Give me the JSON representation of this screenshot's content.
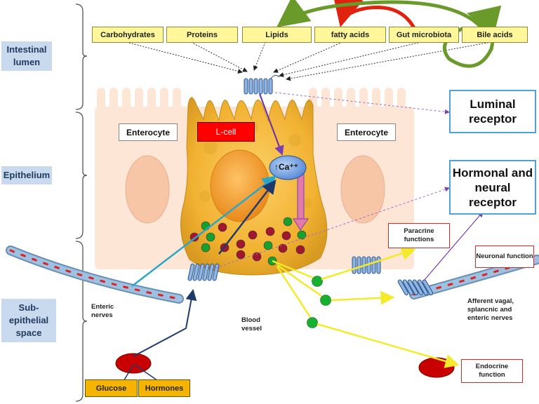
{
  "regions": {
    "lumen": "Intestinal lumen",
    "epithelium": "Epithelium",
    "subepithelial": "Sub-epithelial space"
  },
  "nutrients": [
    "Carbohydrates",
    "Proteins",
    "Lipids",
    "fatty acids",
    "Gut microbiota",
    "Bile acids"
  ],
  "cells": {
    "enterocyte_left": "Enterocyte",
    "lcell": "L-cell",
    "enterocyte_right": "Enterocyte"
  },
  "calcium": "↑Ca⁺⁺",
  "receptors": {
    "luminal": "Luminal receptor",
    "hormonal": "Hormonal and neural receptor"
  },
  "functions": {
    "paracrine": "Paracrine functions",
    "neuronal": "Neuronal function",
    "endocrine": "Endocrine function"
  },
  "notes": {
    "enteric": "Enteric nerves",
    "blood": "Blood vessel",
    "afferent": "Afferent vagal, splancnic and enteric nerves"
  },
  "inputs": {
    "glucose": "Glucose",
    "hormones": "Hormones"
  },
  "colors": {
    "cell": "#f4b942",
    "bluebox": "#4ea2d6",
    "granule_red": "#a3162e",
    "granule_green": "#18a02c"
  }
}
